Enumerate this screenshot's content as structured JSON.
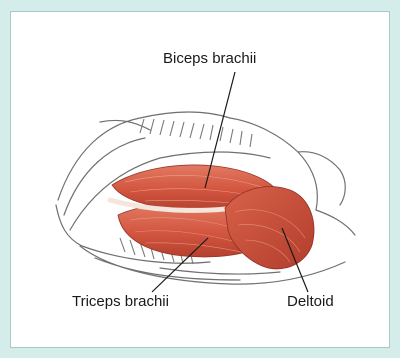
{
  "labels": {
    "biceps": "Biceps brachii",
    "triceps": "Triceps brachii",
    "deltoid": "Deltoid"
  },
  "colors": {
    "background": "#d4ecea",
    "panel": "#ffffff",
    "muscle": "#d65a45",
    "muscle_dark": "#a8392a",
    "outline": "#6f6f6f",
    "leader": "#1a1a1a"
  }
}
